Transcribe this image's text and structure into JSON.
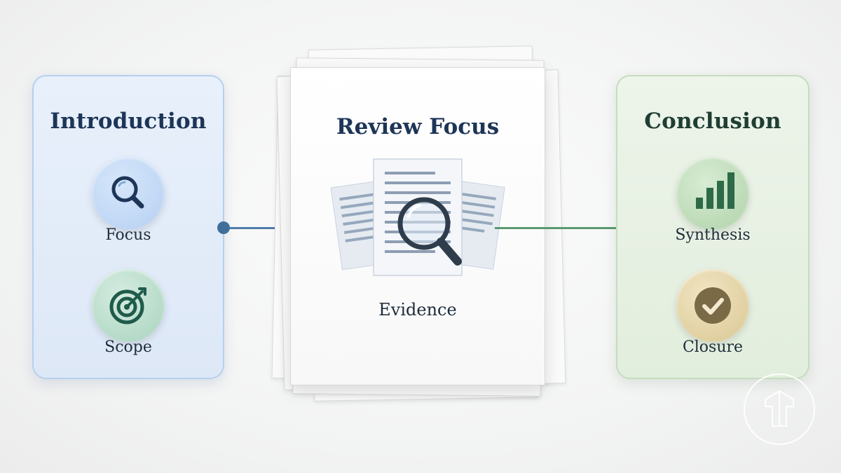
{
  "introduction": {
    "title": "Introduction",
    "items": [
      {
        "label": "Focus",
        "icon": "magnifier-icon"
      },
      {
        "label": "Scope",
        "icon": "target-icon"
      }
    ]
  },
  "review": {
    "title": "Review Focus",
    "label": "Evidence",
    "icon": "documents-magnifier-icon"
  },
  "conclusion": {
    "title": "Conclusion",
    "items": [
      {
        "label": "Synthesis",
        "icon": "bar-chart-icon"
      },
      {
        "label": "Closure",
        "icon": "checkmark-icon"
      }
    ]
  },
  "colors": {
    "intro_accent": "#4a77a8",
    "conclusion_accent": "#5a9a70",
    "title_navy": "#1d3557"
  }
}
